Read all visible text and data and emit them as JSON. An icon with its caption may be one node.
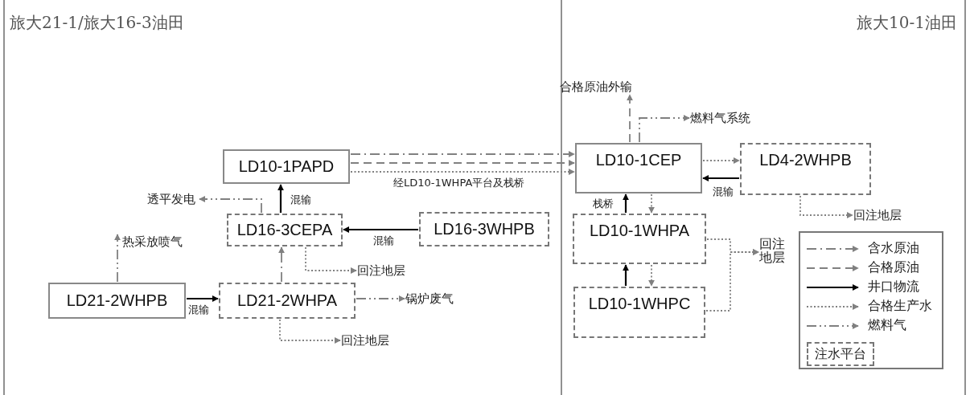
{
  "diagram": {
    "nodes": [
      {
        "text": [
          "LD10-1PAPD"
        ]
      },
      {
        "text": [
          "LD16-3CEPA"
        ]
      },
      {
        "text": [
          "LD16-3WHPB"
        ]
      },
      {
        "text": [
          "LD21-2WHPB"
        ]
      },
      {
        "text": [
          "LD21-2WHPA"
        ]
      },
      {
        "text": [
          "LD10-1CEP"
        ]
      },
      {
        "text": [
          "LD4-2WHPB"
        ]
      },
      {
        "text": [
          "LD10-1WHPA"
        ]
      },
      {
        "text": [
          "LD10-1WHPC"
        ]
      },
      {
        "text": [
          "透平发电"
        ]
      },
      {
        "text": [
          "回注地层"
        ]
      },
      {
        "text": [
          "锅炉废气"
        ]
      },
      {
        "text": [
          "回注地层"
        ]
      },
      {
        "text": [
          "合格原油外输"
        ]
      },
      {
        "text": [
          "燃料气系统"
        ]
      },
      {
        "text": [
          "回注地层"
        ]
      },
      {
        "text": [
          "回注地层"
        ]
      }
    ],
    "edges": [
      {
        "from": 0,
        "to": 5,
        "arrow": "to",
        "style": "dashed"
      },
      {
        "from": 0,
        "to": 5,
        "arrow": "to",
        "style": "dashed"
      },
      {
        "from": 0,
        "to": 5,
        "arrow": "to",
        "style": "dashed",
        "label": "经LD10-1WHPA平台及栈桥"
      },
      {
        "from": 1,
        "to": 0,
        "arrow": "to",
        "color": "#000000",
        "label": "混输"
      },
      {
        "from": 2,
        "to": 1,
        "arrow": "to",
        "color": "#000000",
        "label": "混输"
      },
      {
        "from": 1,
        "to": 9,
        "arrow": "to",
        "style": "dashed"
      },
      {
        "from": 1,
        "to": 10,
        "arrow": "to",
        "style": "dashed"
      },
      {
        "from": 4,
        "to": 1,
        "arrow": "to",
        "style": "dashed"
      },
      {
        "from": 3,
        "to": 4,
        "arrow": "to",
        "color": "#000000",
        "label": "混输"
      },
      {
        "from": 3,
        "to": null,
        "arrow": "to",
        "style": "dashed",
        "label": "热采放喷气"
      },
      {
        "from": 4,
        "to": 11,
        "arrow": "to",
        "style": "dashed"
      },
      {
        "from": 4,
        "to": 12,
        "arrow": "to",
        "style": "dashed"
      },
      {
        "from": 5,
        "to": 13,
        "arrow": "to",
        "style": "dashed"
      },
      {
        "from": 5,
        "to": 14,
        "arrow": "to",
        "style": "dashed"
      },
      {
        "from": 5,
        "to": 6,
        "arrow": "to",
        "style": "dashed"
      },
      {
        "from": 6,
        "to": 5,
        "arrow": "to",
        "color": "#000000",
        "label": "混输"
      },
      {
        "from": 7,
        "to": 5,
        "arrow": "to",
        "color": "#000000",
        "label": "栈桥"
      },
      {
        "from": 5,
        "to": 7,
        "arrow": "to",
        "style": "dashed"
      },
      {
        "from": 6,
        "to": 15,
        "arrow": "to",
        "style": "dashed"
      },
      {
        "from": 8,
        "to": 7,
        "arrow": "to",
        "color": "#000000"
      },
      {
        "from": 7,
        "to": 8,
        "arrow": "to",
        "style": "dashed"
      },
      {
        "from": 7,
        "to": 16,
        "arrow": "to",
        "style": "dashed"
      },
      {
        "from": 8,
        "to": 16,
        "arrow": "to",
        "style": "dashed"
      }
    ],
    "labels": [
      "旅大21-1/旅大16-3油田",
      "旅大10-1油田"
    ],
    "legend": [
      {
        "text": "含水原油"
      },
      {
        "text": "合格原油"
      },
      {
        "text": "井口物流"
      },
      {
        "text": "合格生产水"
      },
      {
        "text": "燃料气"
      },
      {
        "text": "注水平台"
      }
    ]
  }
}
